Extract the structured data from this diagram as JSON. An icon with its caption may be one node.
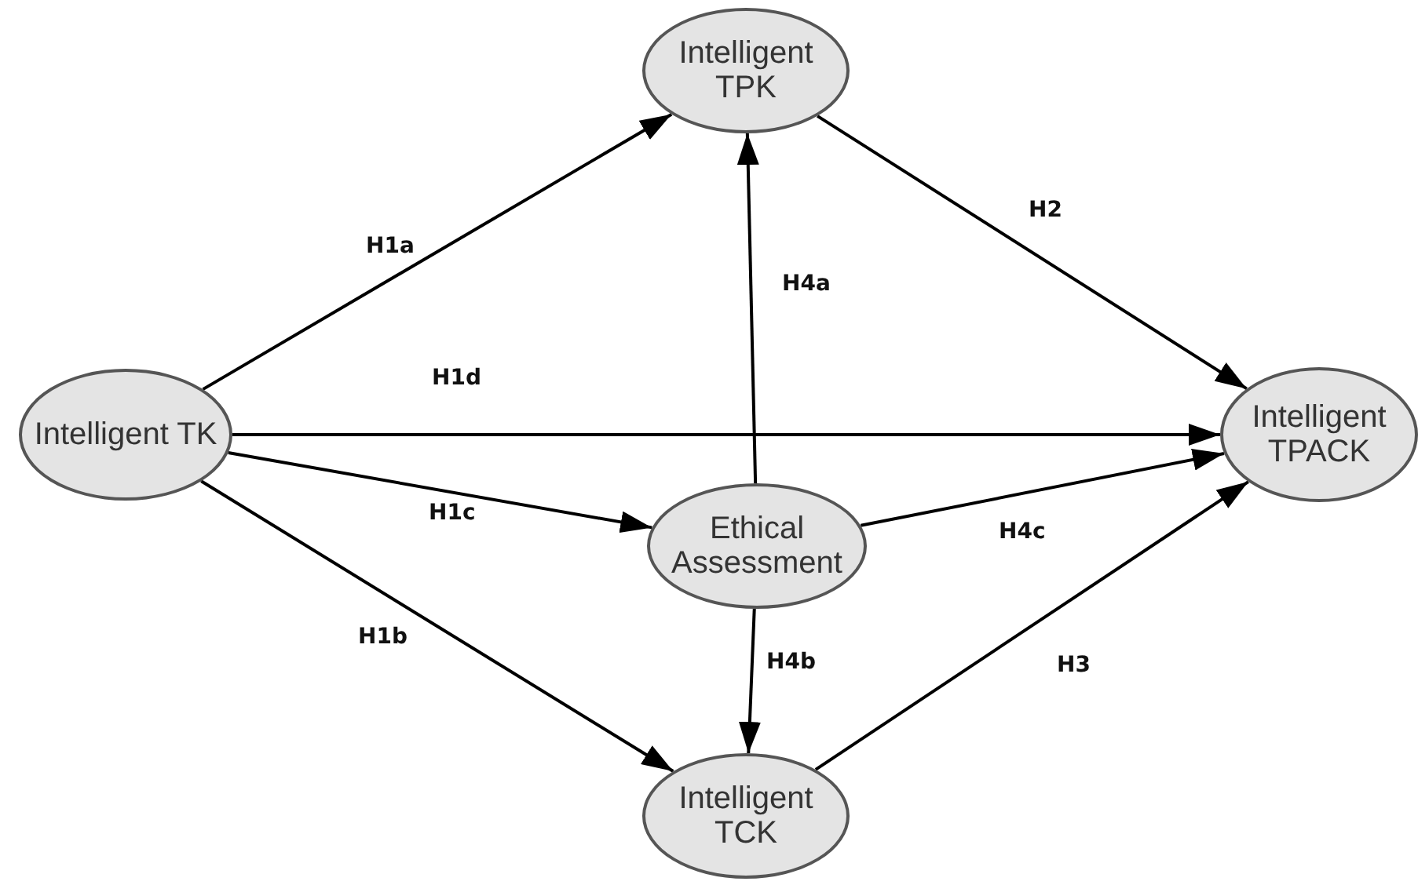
{
  "diagram": {
    "nodes": [
      {
        "text": [
          "Intelligent TK"
        ]
      },
      {
        "text": [
          "Intelligent TPK"
        ]
      },
      {
        "text": [
          "Intelligent TPACK"
        ]
      },
      {
        "text": [
          "Ethical Assessment"
        ]
      },
      {
        "text": [
          "Intelligent TCK"
        ]
      }
    ],
    "edges": [
      {
        "from": 0,
        "to": 1,
        "arrow": "to",
        "label": "H1a"
      },
      {
        "from": 1,
        "to": 2,
        "arrow": "to",
        "label": "H2"
      },
      {
        "from": 3,
        "to": 1,
        "arrow": "to",
        "label": "H4a"
      },
      {
        "from": 0,
        "to": 2,
        "arrow": "to",
        "label": "H1d"
      },
      {
        "from": 0,
        "to": 3,
        "arrow": "to",
        "label": "H1c"
      },
      {
        "from": 3,
        "to": 2,
        "arrow": "to",
        "label": "H4c"
      },
      {
        "from": 0,
        "to": 4,
        "arrow": "to",
        "label": "H1b"
      },
      {
        "from": 3,
        "to": 4,
        "arrow": "to",
        "label": "H4b"
      },
      {
        "from": 4,
        "to": 2,
        "arrow": "to",
        "label": "H3"
      }
    ]
  }
}
